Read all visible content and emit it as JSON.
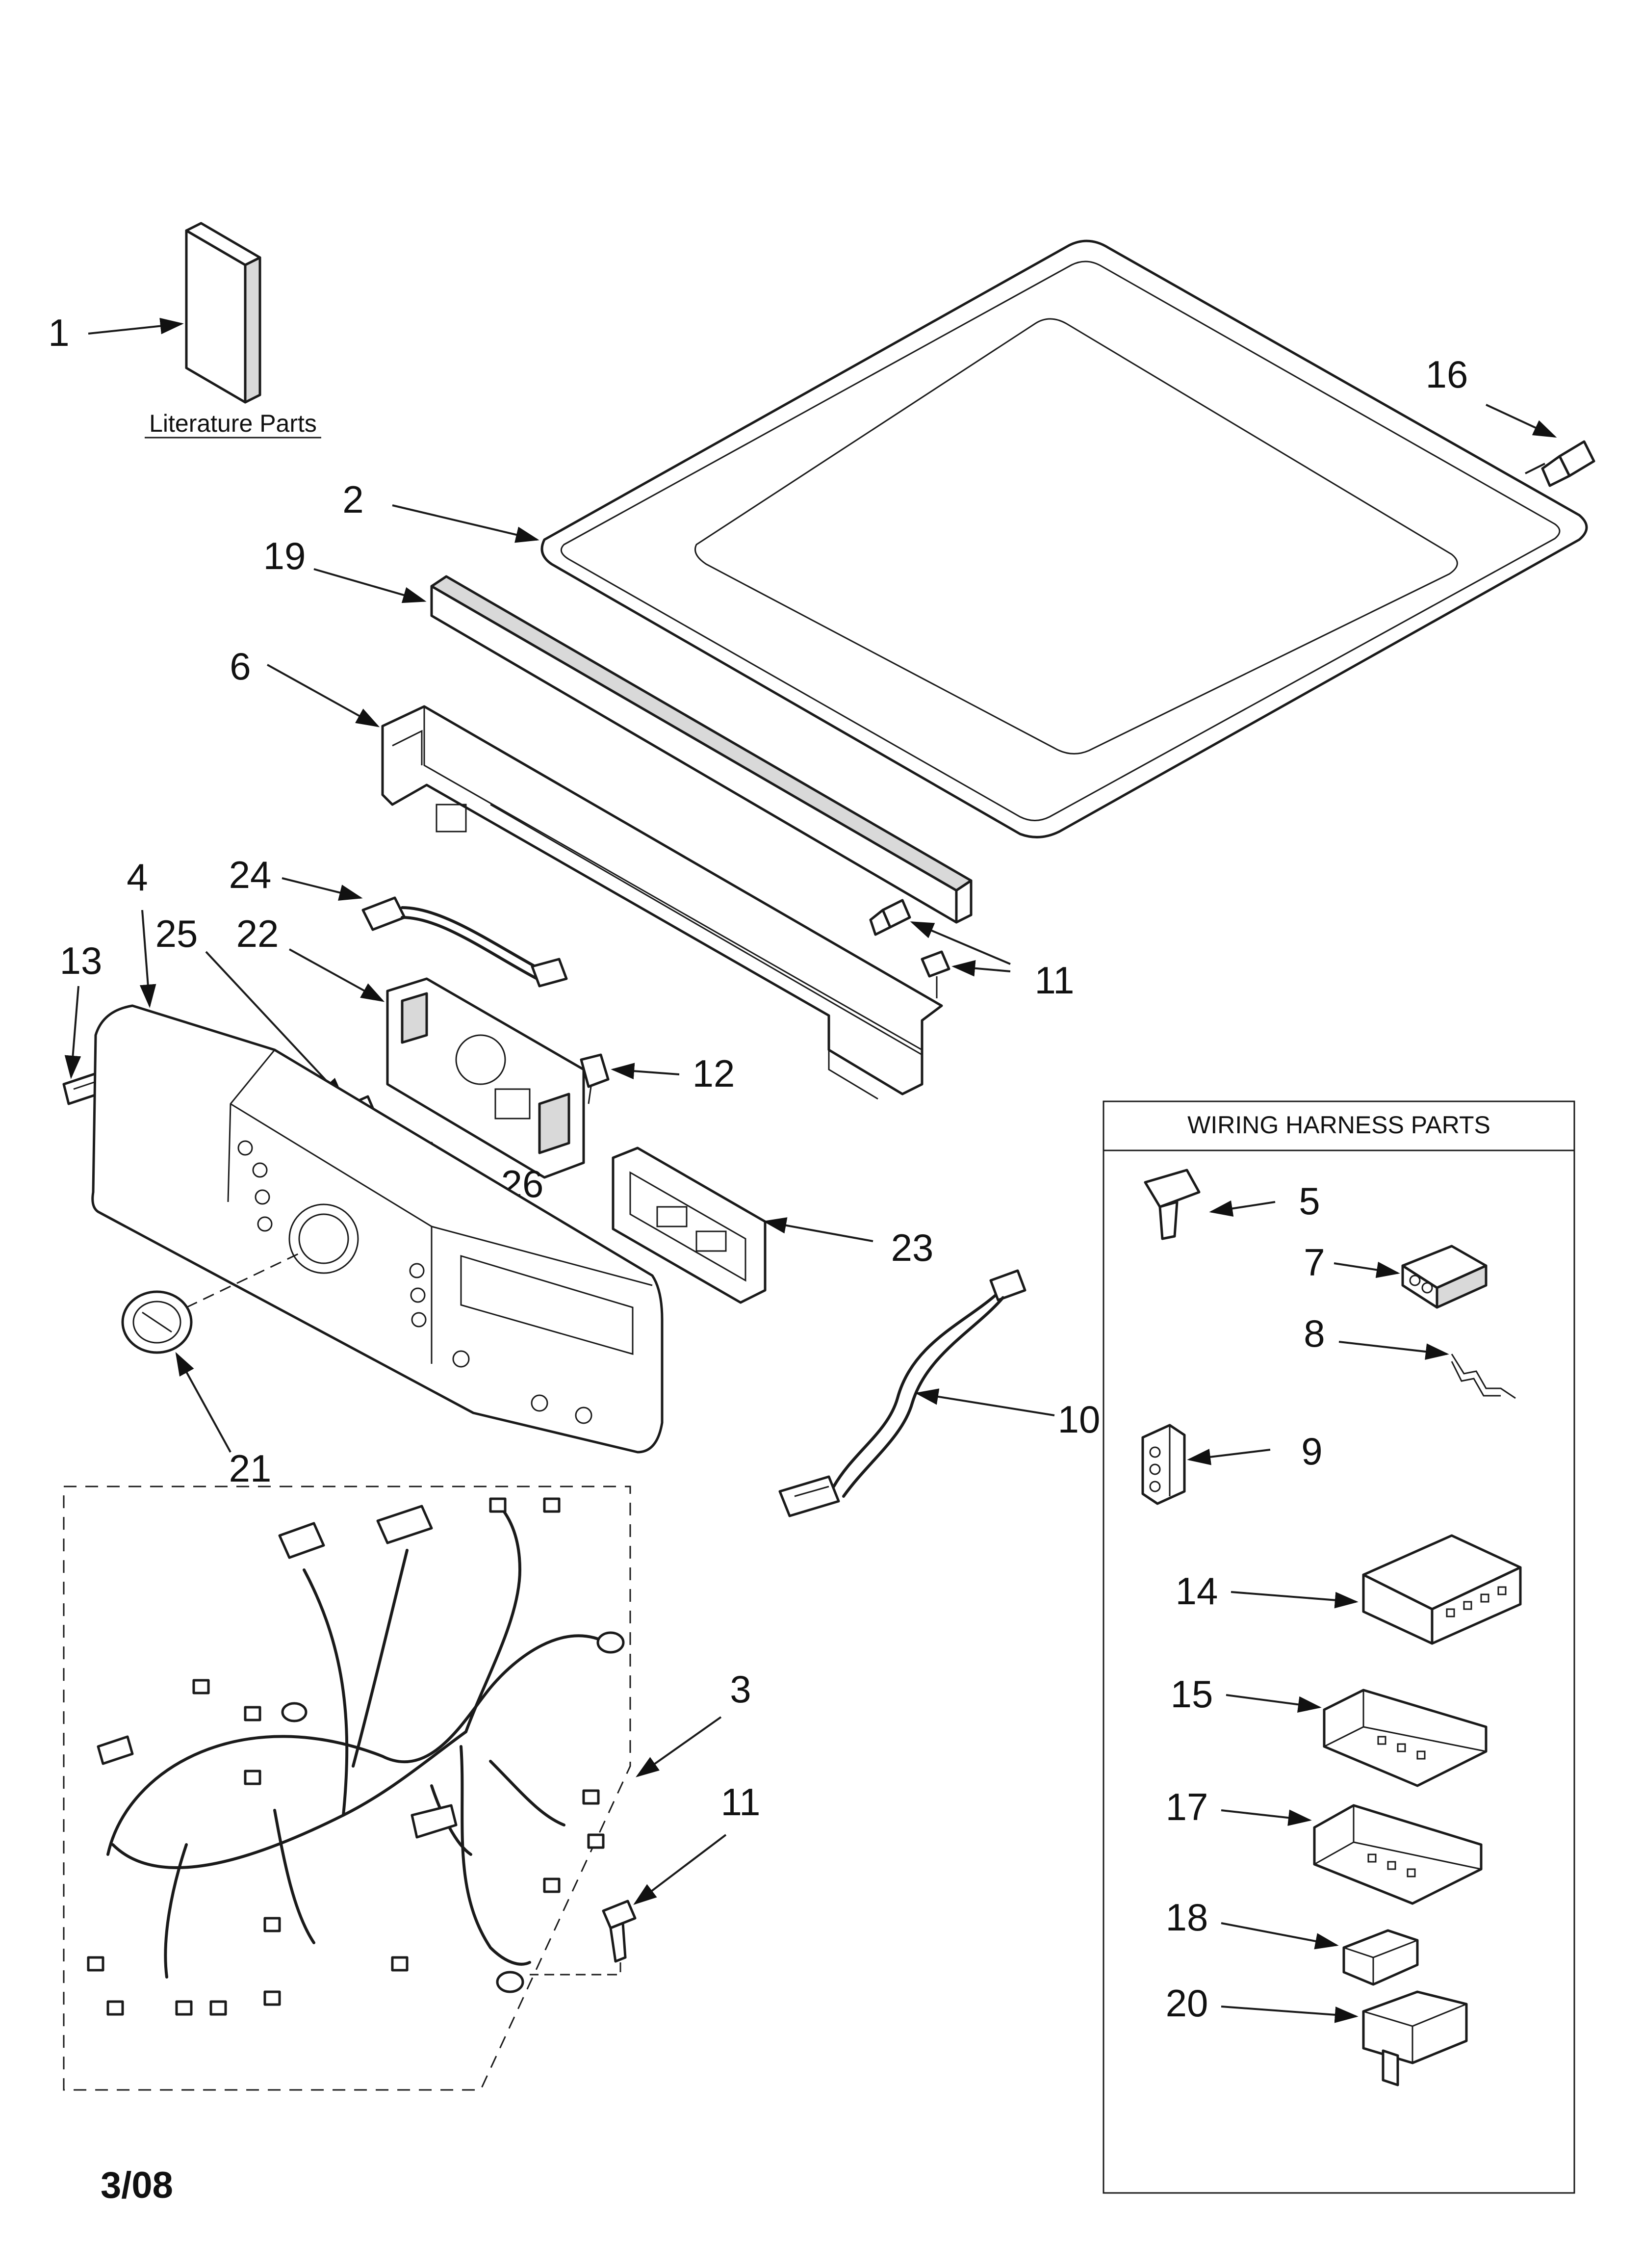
{
  "diagram": {
    "literature_caption": "Literature Parts",
    "harness_box_title": "WIRING HARNESS PARTS",
    "date_code": "3/08",
    "callouts": [
      "1",
      "2",
      "3",
      "4",
      "5",
      "6",
      "7",
      "8",
      "9",
      "10",
      "11",
      "11",
      "12",
      "13",
      "14",
      "15",
      "16",
      "17",
      "18",
      "19",
      "20",
      "21",
      "22",
      "23",
      "24",
      "25",
      "26"
    ]
  }
}
